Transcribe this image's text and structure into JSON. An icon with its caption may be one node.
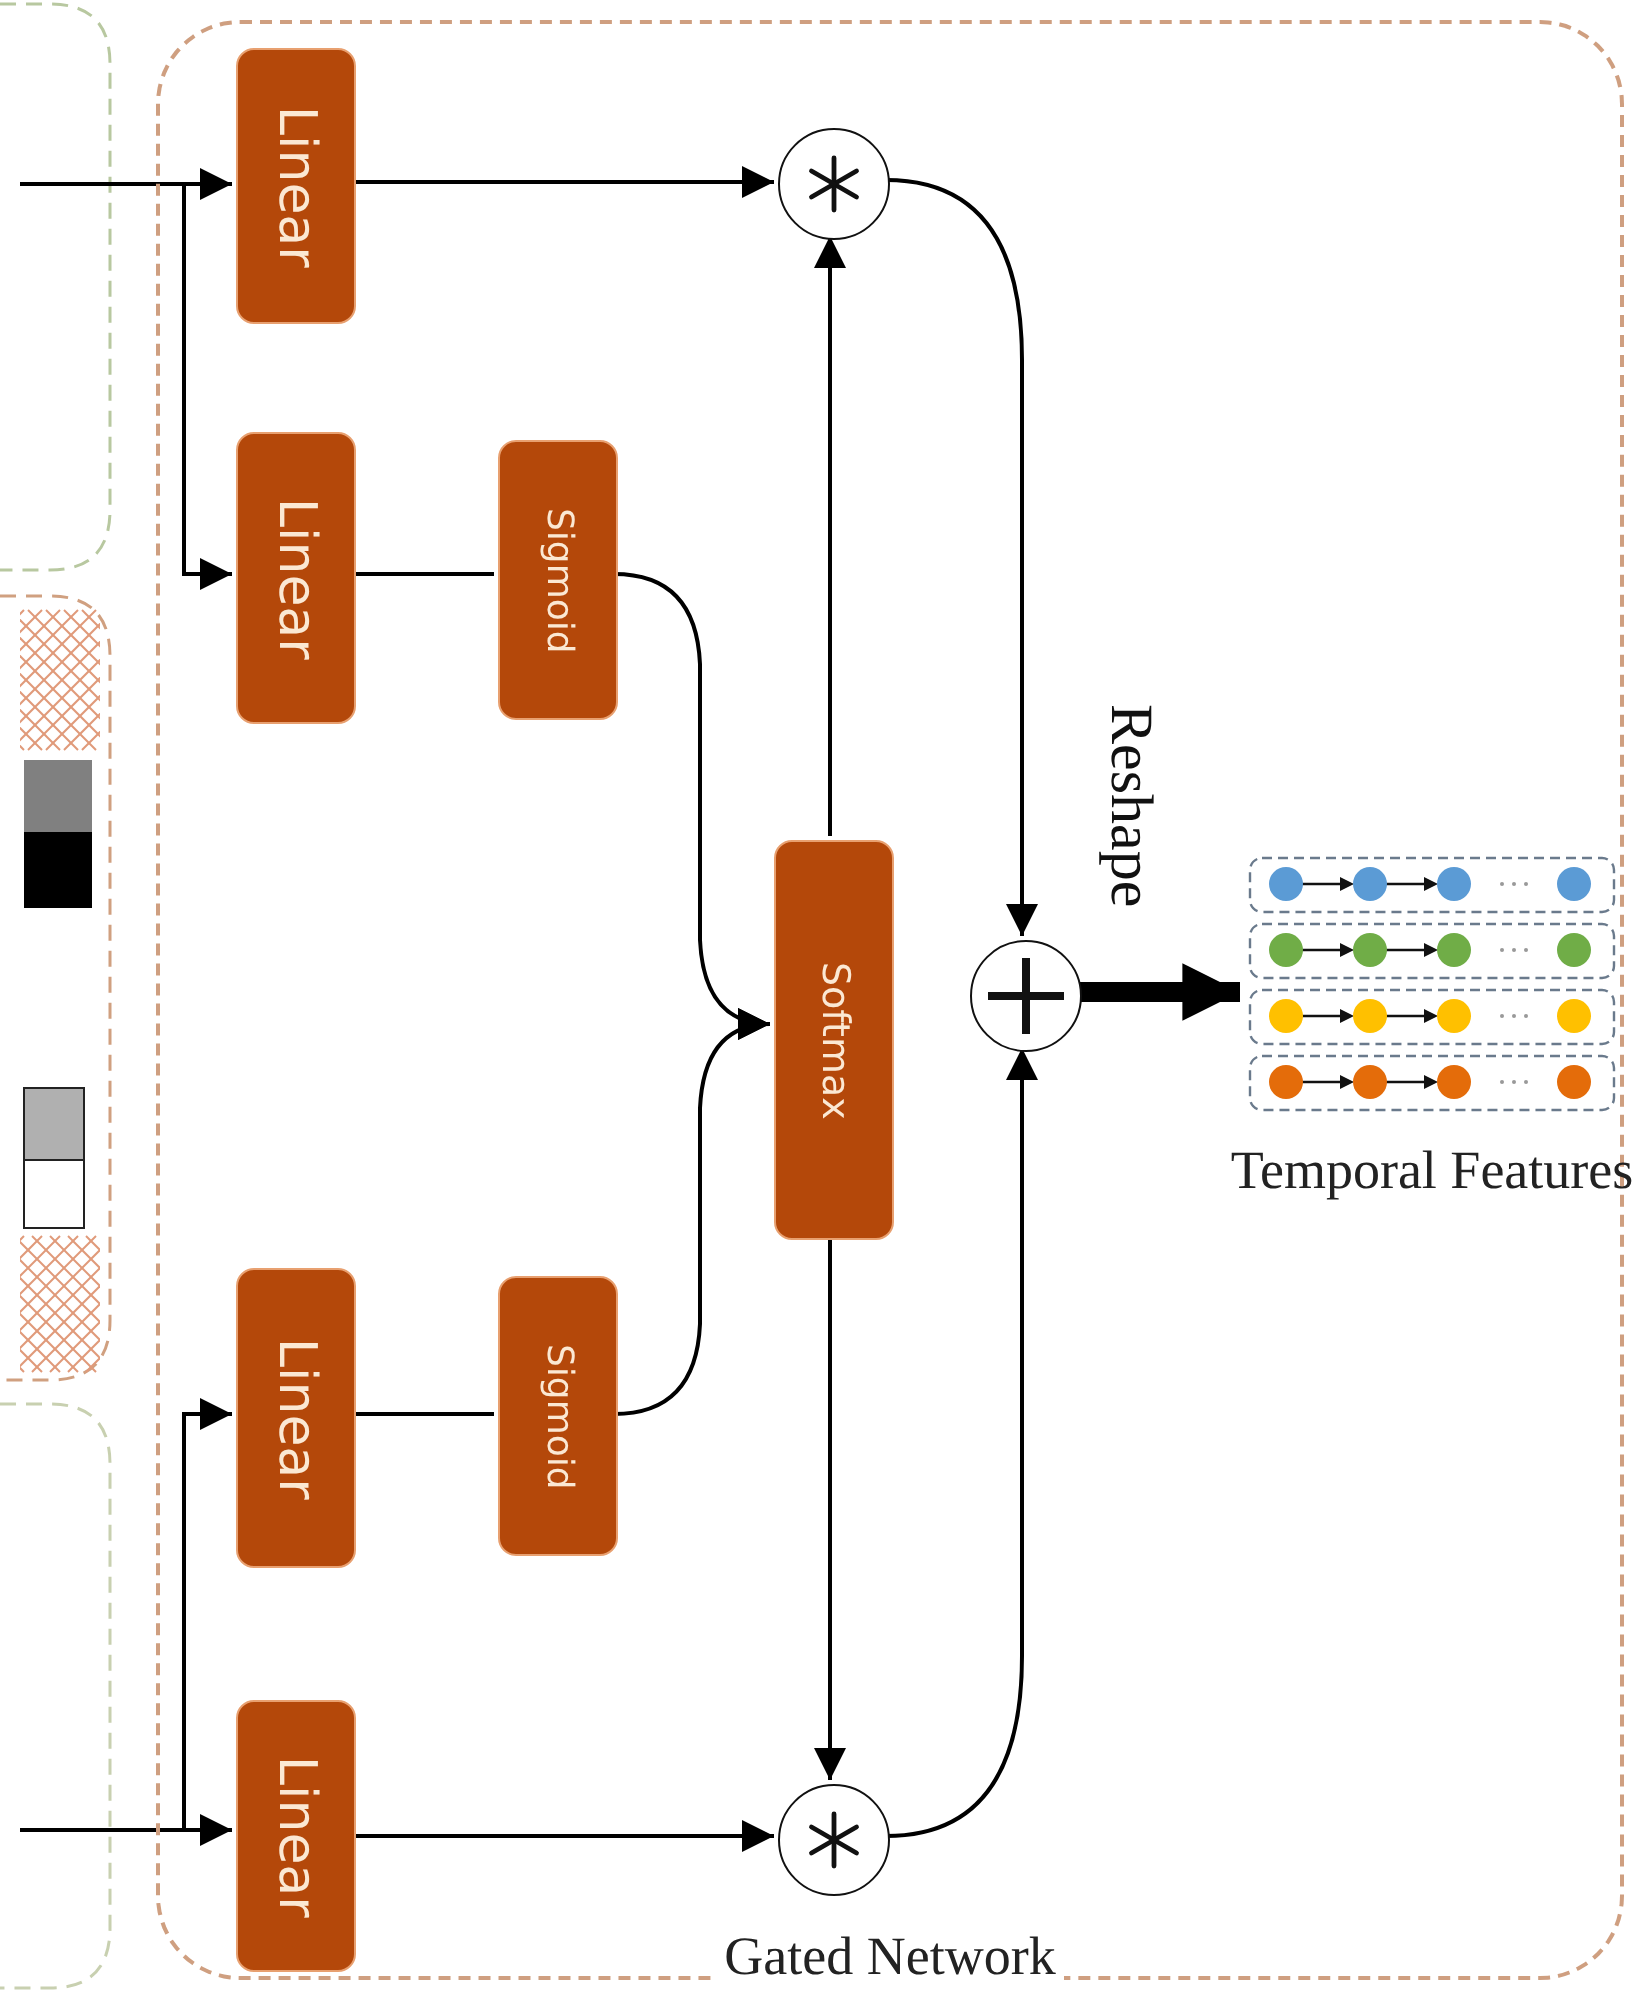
{
  "diagram": {
    "nodes": [
      {
        "text": [
          "Gated Network"
        ]
      },
      {
        "text": [
          "Linear"
        ],
        "in": 0
      },
      {
        "text": [
          "Linear"
        ],
        "in": 0
      },
      {
        "text": [
          "Sigmoid"
        ],
        "in": 0
      },
      {
        "text": [
          "Softmax"
        ],
        "in": 0
      },
      {
        "text": [
          "Linear"
        ],
        "in": 0
      },
      {
        "text": [
          "Sigmoid"
        ],
        "in": 0
      },
      {
        "text": [
          "Linear"
        ],
        "in": 0
      },
      {
        "text": [],
        "shape": "circle",
        "in": 0
      },
      {
        "text": [],
        "shape": "circle",
        "in": 0
      },
      {
        "text": [],
        "shape": "circle",
        "in": 0
      },
      {
        "text": [
          "Temporal Features"
        ],
        "in": 0
      }
    ],
    "edges": [
      {
        "from": null,
        "to": 1,
        "arrow": "to"
      },
      {
        "from": null,
        "to": 2,
        "arrow": "to"
      },
      {
        "from": null,
        "to": 5,
        "arrow": "to"
      },
      {
        "from": null,
        "to": 7,
        "arrow": "to"
      },
      {
        "from": 1,
        "to": 8,
        "arrow": "to"
      },
      {
        "from": 2,
        "to": 3,
        "arrow": "none"
      },
      {
        "from": 3,
        "to": 4,
        "arrow": "to"
      },
      {
        "from": 6,
        "to": 4,
        "arrow": "to"
      },
      {
        "from": 5,
        "to": 6,
        "arrow": "none"
      },
      {
        "from": 4,
        "to": 8,
        "arrow": "to"
      },
      {
        "from": 4,
        "to": 9,
        "arrow": "to"
      },
      {
        "from": 7,
        "to": 9,
        "arrow": "to"
      },
      {
        "from": 8,
        "to": 10,
        "arrow": "to"
      },
      {
        "from": 9,
        "to": 10,
        "arrow": "to"
      },
      {
        "from": 10,
        "to": 11,
        "arrow": "to",
        "label": "Reshape",
        "style": "thick"
      }
    ]
  }
}
